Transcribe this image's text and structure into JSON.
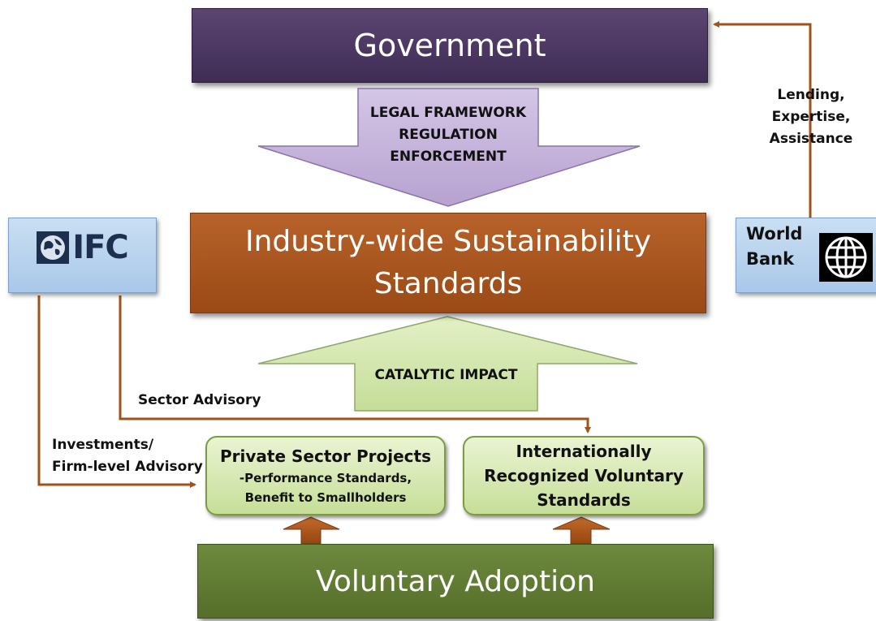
{
  "government": "Government",
  "legal": {
    "line1": "LEGAL FRAMEWORK",
    "line2": "REGULATION",
    "line3": "ENFORCEMENT"
  },
  "industry": {
    "line1": "Industry-wide Sustainability",
    "line2": "Standards"
  },
  "catalytic": "CATALYTIC IMPACT",
  "ifc_logo_text": "IFC",
  "world_bank": {
    "line1": "World",
    "line2": "Bank"
  },
  "lending": {
    "line1": "Lending,",
    "line2": "Expertise,",
    "line3": "Assistance"
  },
  "sector_advisory": "Sector Advisory",
  "investments": {
    "line1": "Investments/",
    "line2": "Firm-level Advisory"
  },
  "psp": {
    "title": "Private Sector Projects",
    "sub1": "-Performance Standards,",
    "sub2": "Benefit to Smallholders"
  },
  "irvs": {
    "line1": "Internationally",
    "line2": "Recognized Voluntary",
    "line3": "Standards"
  },
  "voluntary_adoption": "Voluntary Adoption",
  "colors": {
    "government": "#4a3660",
    "industry": "#a8541e",
    "voluntary": "#60793a",
    "down_arrow": "#c2b0d8",
    "up_arrow": "#d2e6ad",
    "connector": "#a0521a",
    "blue_box": "#b9d3ee"
  }
}
